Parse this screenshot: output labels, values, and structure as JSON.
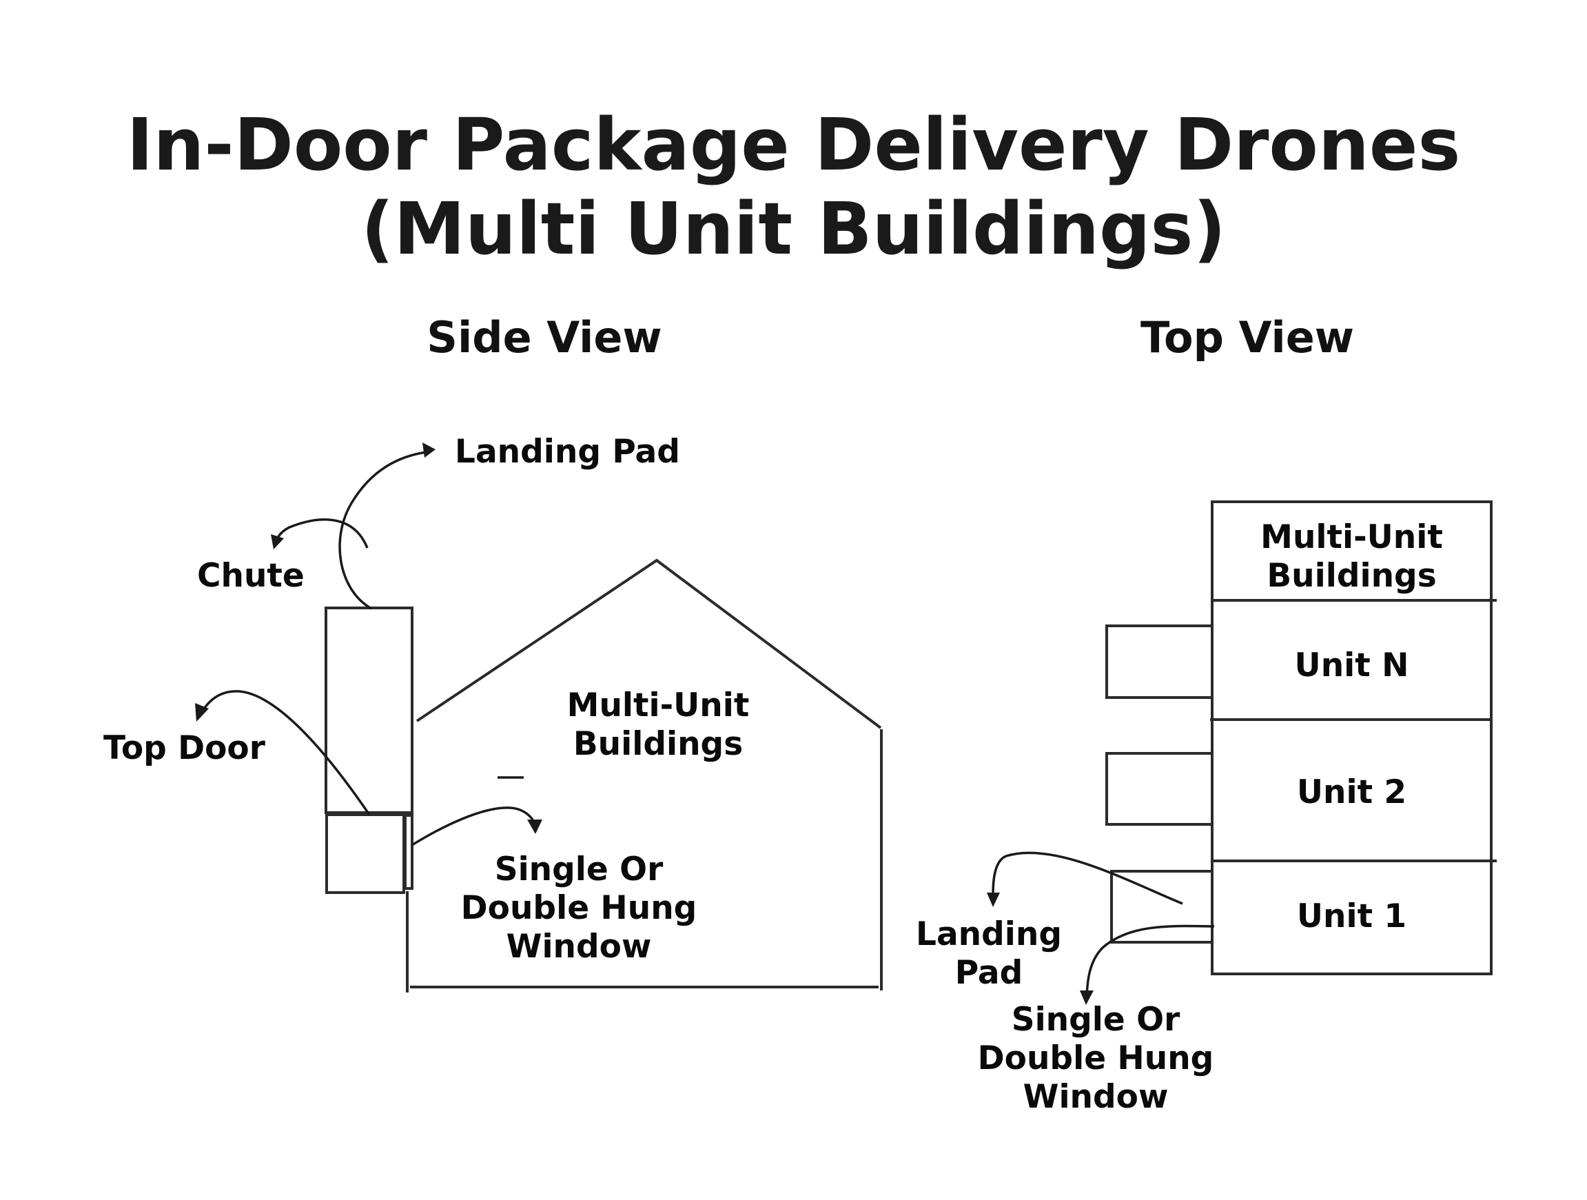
{
  "title": {
    "line1": "In-Door Package Delivery Drones",
    "line2": "(Multi Unit Buildings)"
  },
  "side_view": {
    "heading": "Side View",
    "labels": {
      "landing_pad": "Landing Pad",
      "chute": "Chute",
      "top_door": "Top Door",
      "building_line1": "Multi-Unit",
      "building_line2": "Buildings",
      "window_line1": "Single Or",
      "window_line2": "Double Hung",
      "window_line3": "Window"
    }
  },
  "top_view": {
    "heading": "Top View",
    "building_line1": "Multi-Unit",
    "building_line2": "Buildings",
    "units": [
      "Unit N",
      "Unit 2",
      "Unit 1"
    ],
    "labels": {
      "landing_pad_line1": "Landing",
      "landing_pad_line2": "Pad",
      "window_line1": "Single Or",
      "window_line2": "Double Hung",
      "window_line3": "Window"
    }
  },
  "colors": {
    "line": "#2b2b2b",
    "text": "#111111",
    "background": "#ffffff"
  }
}
